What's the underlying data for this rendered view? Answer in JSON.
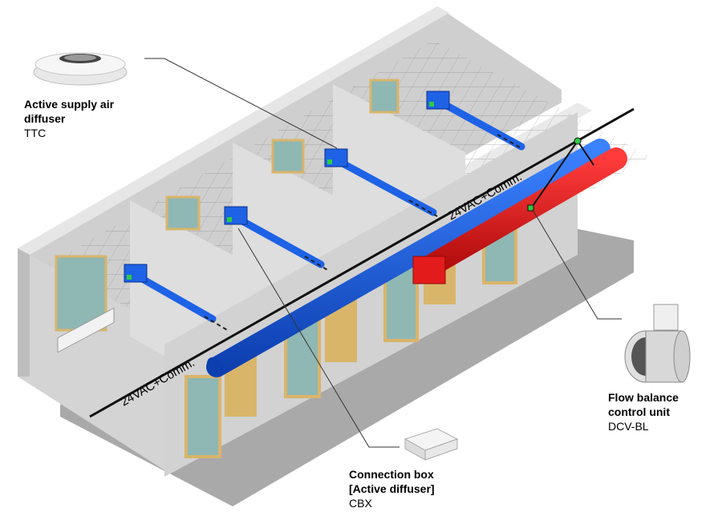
{
  "callouts": {
    "supply_diffuser": {
      "name": "Active supply air\ndiffuser",
      "code": "TTC"
    },
    "connection_box": {
      "name": "Connection box\n[Active diffuser]",
      "code": "CBX"
    },
    "flow_balance": {
      "name": "Flow balance\ncontrol unit",
      "code": "DCV-BL"
    }
  },
  "wire_labels": {
    "left": "24VAC+Comm.",
    "right": "24VAC+Comm."
  },
  "colors": {
    "supply_duct": "#1e62e6",
    "extract_duct": "#e41b1b",
    "wall": "#d9d9d9",
    "floor": "#a9a9a9",
    "door_frame": "#d9b56a",
    "glass": "#8fb7b3",
    "connector_dot": "#2ecc40"
  }
}
